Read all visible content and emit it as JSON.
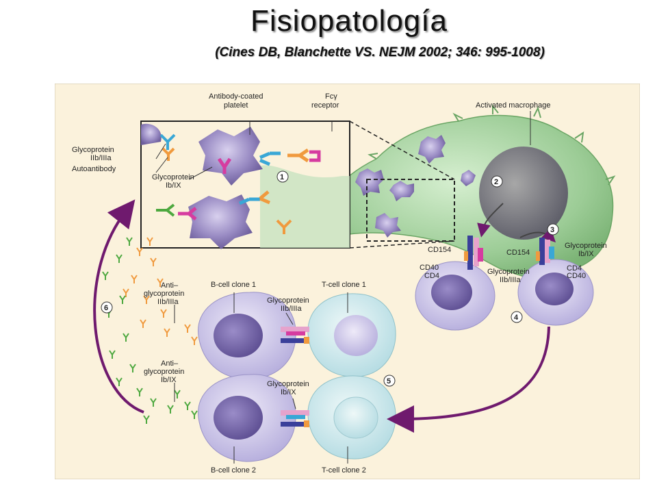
{
  "header": {
    "title": "Fisiopatología",
    "citation": "(Cines DB, Blanchette VS. NEJM 2002; 346: 995-1008)"
  },
  "labels": {
    "antibody_coated_platelet": [
      "Antibody-coated",
      "platelet"
    ],
    "fc_receptor": [
      "Fcγ",
      "receptor"
    ],
    "activated_macrophage": "Activated macrophage",
    "gp_iib_iiia_inset": [
      "Glycoprotein",
      "IIb/IIIa"
    ],
    "autoantibody": "Autoantibody",
    "gp_ib_ix_inset": [
      "Glycoprotein",
      "Ib/IX"
    ],
    "cd154_left": "CD154",
    "cd40_left": "CD40",
    "cd4_left": "CD4",
    "gp_iib_iiia_mac": [
      "Glycoprotein",
      "IIb/IIIa"
    ],
    "cd154_right": "CD154",
    "gp_ib_ix_mac": [
      "Glycoprotein",
      "Ib/IX"
    ],
    "cd4_right": "CD4",
    "cd40_right": "CD40",
    "anti_gp_iib_iiia": [
      "Anti–",
      "glycoprotein",
      "IIb/IIIa"
    ],
    "anti_gp_ib_ix": [
      "Anti–",
      "glycoprotein",
      "Ib/IX"
    ],
    "b_cell_clone_1": "B-cell clone 1",
    "t_cell_clone_1": "T-cell clone 1",
    "gp_iib_iiia_tcell": [
      "Glycoprotein",
      "IIb/IIIa"
    ],
    "gp_ib_ix_tcell": [
      "Glycoprotein",
      "Ib/IX"
    ],
    "b_cell_clone_2": "B-cell clone 2",
    "t_cell_clone_2": "T-cell clone 2"
  },
  "steps": [
    "1",
    "2",
    "3",
    "4",
    "5",
    "6"
  ],
  "colors": {
    "panel_bg": "#fbf2dc",
    "macrophage": "#9ecf9a",
    "platelet": "#8e7fb6",
    "b_cell": "#c4bde6",
    "t_cell": "#c7e6ea",
    "arrow": "#6f1a6e",
    "antibody_green": "#4da83f",
    "antibody_orange": "#f09a3e"
  }
}
